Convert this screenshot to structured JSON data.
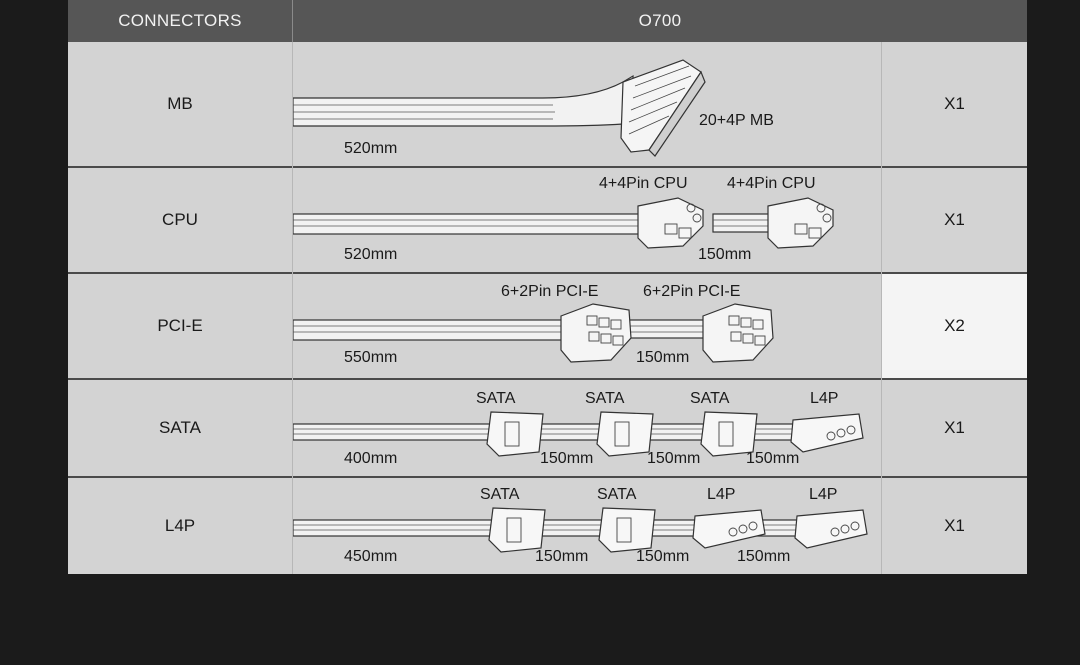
{
  "header": {
    "connectors": "CONNECTORS",
    "model": "O700"
  },
  "rows": [
    {
      "name": "MB",
      "qty": "X1",
      "labels": {
        "conn": "20+4P MB",
        "len": "520mm"
      }
    },
    {
      "name": "CPU",
      "qty": "X1",
      "labels": {
        "conn1": "4+4Pin CPU",
        "conn2": "4+4Pin CPU",
        "len1": "520mm",
        "len2": "150mm"
      }
    },
    {
      "name": "PCI-E",
      "qty": "X2",
      "labels": {
        "conn1": "6+2Pin PCI-E",
        "conn2": "6+2Pin PCI-E",
        "len1": "550mm",
        "len2": "150mm"
      }
    },
    {
      "name": "SATA",
      "qty": "X1",
      "labels": {
        "conn1": "SATA",
        "conn2": "SATA",
        "conn3": "SATA",
        "conn4": "L4P",
        "len1": "400mm",
        "len2": "150mm",
        "len3": "150mm",
        "len4": "150mm"
      }
    },
    {
      "name": "L4P",
      "qty": "X1",
      "labels": {
        "conn1": "SATA",
        "conn2": "SATA",
        "conn3": "L4P",
        "conn4": "L4P",
        "len1": "450mm",
        "len2": "150mm",
        "len3": "150mm",
        "len4": "150mm"
      }
    }
  ],
  "colors": {
    "header_bg": "#565656",
    "cell_bg": "#d3d3d3",
    "highlight_bg": "#f4f4f4",
    "page_bg": "#1b1b1b"
  }
}
